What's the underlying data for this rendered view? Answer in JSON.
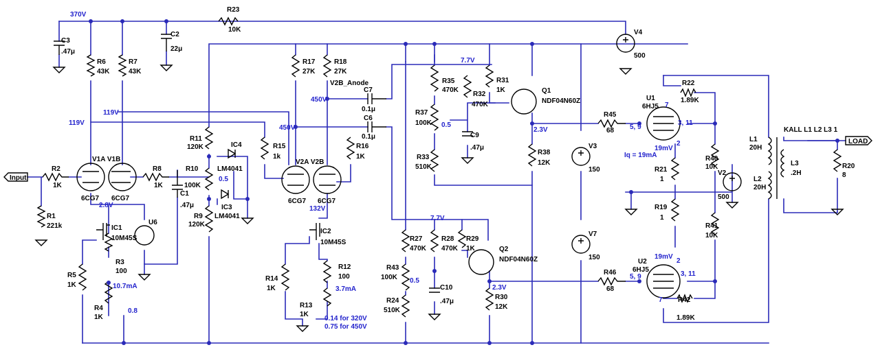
{
  "title": "",
  "nets": {
    "v370": "370V",
    "v119a": "119V",
    "v119b": "119V",
    "v450a": "450V",
    "v450b": "450V",
    "v28": "2.8V",
    "v132": "132V",
    "v77a": "7.7V",
    "v77b": "7.7V",
    "v23a": "2.3V",
    "v23b": "2.3V",
    "i107": "10.7mA",
    "i37": "3.7mA",
    "r08": "0.8",
    "r05a": "0.5",
    "r05b": "0.5",
    "r05c": "0.5",
    "note320": "0.14 for 320V",
    "note450": "0.75 for 450V",
    "iq": "Iq = 19mA",
    "mv19a": "19mV",
    "mv19b": "19mV",
    "pins59a": "5, 9",
    "pins59b": "5, 9",
    "pins311a": "3, 11",
    "pins311b": "3, 11",
    "pin7a": "7",
    "pin7b": "7",
    "pin2a": "2",
    "pin2b": "2",
    "anode": "V2B_Anode",
    "kall": "KALL L1 L2 L3 1"
  },
  "ports": {
    "input": "Input",
    "load": "LOAD"
  },
  "parts": {
    "r23": {
      "name": "R23",
      "value": "10K"
    },
    "c3": {
      "name": "C3",
      "value": ".47μ"
    },
    "c2": {
      "name": "C2",
      "value": "22μ"
    },
    "r6": {
      "name": "R6",
      "value": "43K"
    },
    "r7": {
      "name": "R7",
      "value": "43K"
    },
    "r2": {
      "name": "R2",
      "value": "1K"
    },
    "r1": {
      "name": "R1",
      "value": "221k"
    },
    "v1": {
      "name": "V1A V1B",
      "value": "6CG7",
      "value2": "6CG7"
    },
    "r8": {
      "name": "R8",
      "value": "1K"
    },
    "ic1": {
      "name": "IC1",
      "value": "10M45S"
    },
    "r3": {
      "name": "R3",
      "value": "100"
    },
    "r5": {
      "name": "R5",
      "value": "1K"
    },
    "r4": {
      "name": "R4",
      "value": "1K"
    },
    "u6": {
      "name": "U6"
    },
    "c1": {
      "name": "C1",
      "value": ".47μ"
    },
    "r11": {
      "name": "R11",
      "value": "120K"
    },
    "r10": {
      "name": "R10",
      "value": "100K"
    },
    "r9": {
      "name": "R9",
      "value": "120K"
    },
    "ic4": {
      "name": "IC4",
      "value": "LM4041"
    },
    "ic3": {
      "name": "IC3",
      "value": "LM4041"
    },
    "r15": {
      "name": "R15",
      "value": "1k"
    },
    "r17": {
      "name": "R17",
      "value": "27K"
    },
    "r18": {
      "name": "R18",
      "value": "27K"
    },
    "v2": {
      "name": "V2A V2B",
      "value": "6CG7",
      "value2": "6CG7"
    },
    "c7": {
      "name": "C7",
      "value": "0.1μ"
    },
    "c6": {
      "name": "C6",
      "value": "0.1μ"
    },
    "r16": {
      "name": "R16",
      "value": "1K"
    },
    "ic2": {
      "name": "IC2",
      "value": "10M45S"
    },
    "r12": {
      "name": "R12",
      "value": "100"
    },
    "r14": {
      "name": "R14",
      "value": "1K"
    },
    "r13": {
      "name": "R13",
      "value": "1K"
    },
    "r35": {
      "name": "R35",
      "value": "470K"
    },
    "r37": {
      "name": "R37",
      "value": "100K"
    },
    "r33": {
      "name": "R33",
      "value": "510K"
    },
    "r32": {
      "name": "R32",
      "value": "470K"
    },
    "r31": {
      "name": "R31",
      "value": "1K"
    },
    "c9": {
      "name": "C9",
      "value": ".47μ"
    },
    "q1": {
      "name": "Q1",
      "value": "NDF04N60Z"
    },
    "r38": {
      "name": "R38",
      "value": "12K"
    },
    "r27": {
      "name": "R27",
      "value": "470K"
    },
    "r43": {
      "name": "R43",
      "value": "100K"
    },
    "r24": {
      "name": "R24",
      "value": "510K"
    },
    "r28": {
      "name": "R28",
      "value": "470K"
    },
    "r29": {
      "name": "R29",
      "value": "1K"
    },
    "c10": {
      "name": "C10",
      "value": ".47μ"
    },
    "q2": {
      "name": "Q2",
      "value": "NDF04N60Z"
    },
    "r30": {
      "name": "R30",
      "value": "12K"
    },
    "v4": {
      "name": "V4",
      "value": "500"
    },
    "v3": {
      "name": "V3",
      "value": "150"
    },
    "v7": {
      "name": "V7",
      "value": "150"
    },
    "r45": {
      "name": "R45",
      "value": "68"
    },
    "r46": {
      "name": "R46",
      "value": "68"
    },
    "u1": {
      "name": "U1",
      "value": "6HJ5"
    },
    "u2": {
      "name": "U2",
      "value": "6HJ5"
    },
    "r22": {
      "name": "R22",
      "value": "1.89K"
    },
    "r42": {
      "name": "R42",
      "value": "1.89K"
    },
    "r40": {
      "name": "R40",
      "value": "10K"
    },
    "r41": {
      "name": "R41",
      "value": "10K"
    },
    "r21": {
      "name": "R21",
      "value": "1"
    },
    "r19": {
      "name": "R19",
      "value": "1"
    },
    "v2s": {
      "name": "V2",
      "value": "500"
    },
    "l1": {
      "name": "L1",
      "value": "20H"
    },
    "l2": {
      "name": "L2",
      "value": "20H"
    },
    "l3": {
      "name": "L3",
      "value": ".2H"
    },
    "r20": {
      "name": "R20",
      "value": "8"
    }
  }
}
